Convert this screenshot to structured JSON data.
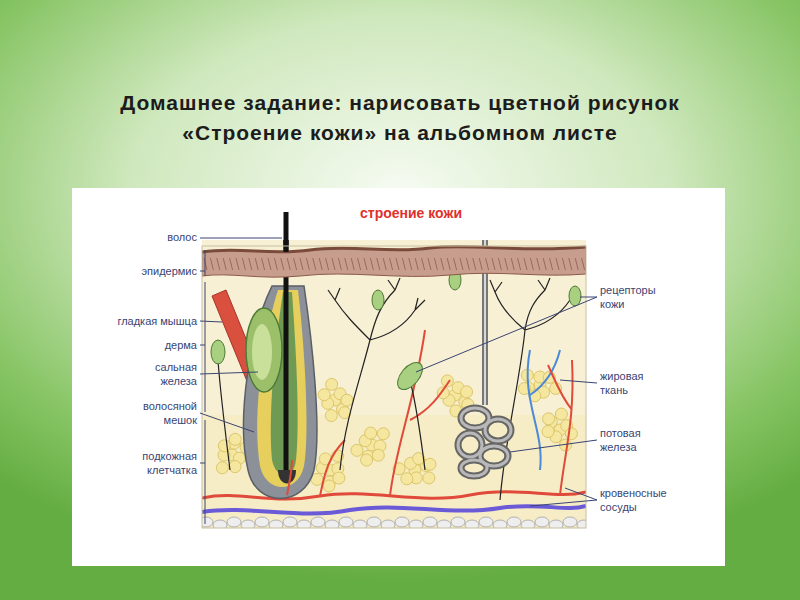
{
  "diagram": {
    "title": "Домашнее задание: нарисовать цветной рисунок «Строение кожи» на альбомном листе",
    "labels": [
      "строение кожи",
      "волос",
      "эпидермис",
      "гладкая мышца",
      "дерма",
      "сальная железа",
      "волосяной мешок",
      "подкожная клетчатка",
      "рецепторы кожи",
      "жировая ткань",
      "потовая железа",
      "кровеносные сосуды"
    ]
  }
}
